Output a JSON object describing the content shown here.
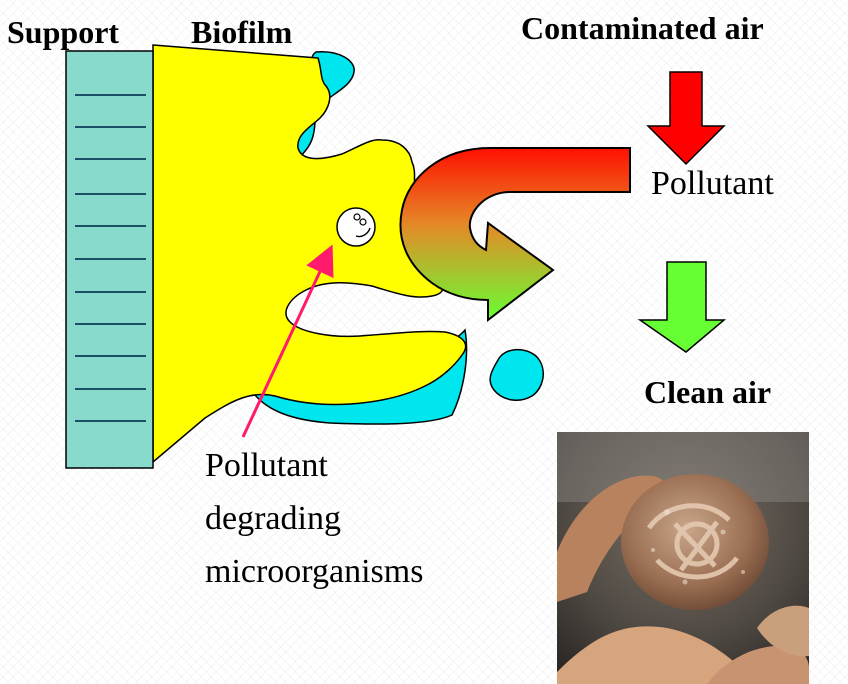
{
  "labels": {
    "support": "Support",
    "biofilm": "Biofilm",
    "contaminated_air": "Contaminated air",
    "pollutant": "Pollutant",
    "clean_air": "Clean air",
    "microorganisms_line1": "Pollutant",
    "microorganisms_line2": "degrading",
    "microorganisms_line3": "microorganisms"
  },
  "colors": {
    "support_fill": "#88dbcc",
    "biofilm_fill": "#ffff00",
    "water_fill": "#00e6ee",
    "arrow_red": "#ff0000",
    "arrow_green": "#66ff33",
    "pointer_arrow": "#ff1a6e"
  },
  "icons": {
    "microorganism": "smiley-face-icon",
    "photo": "biofilm-packing-photo"
  }
}
